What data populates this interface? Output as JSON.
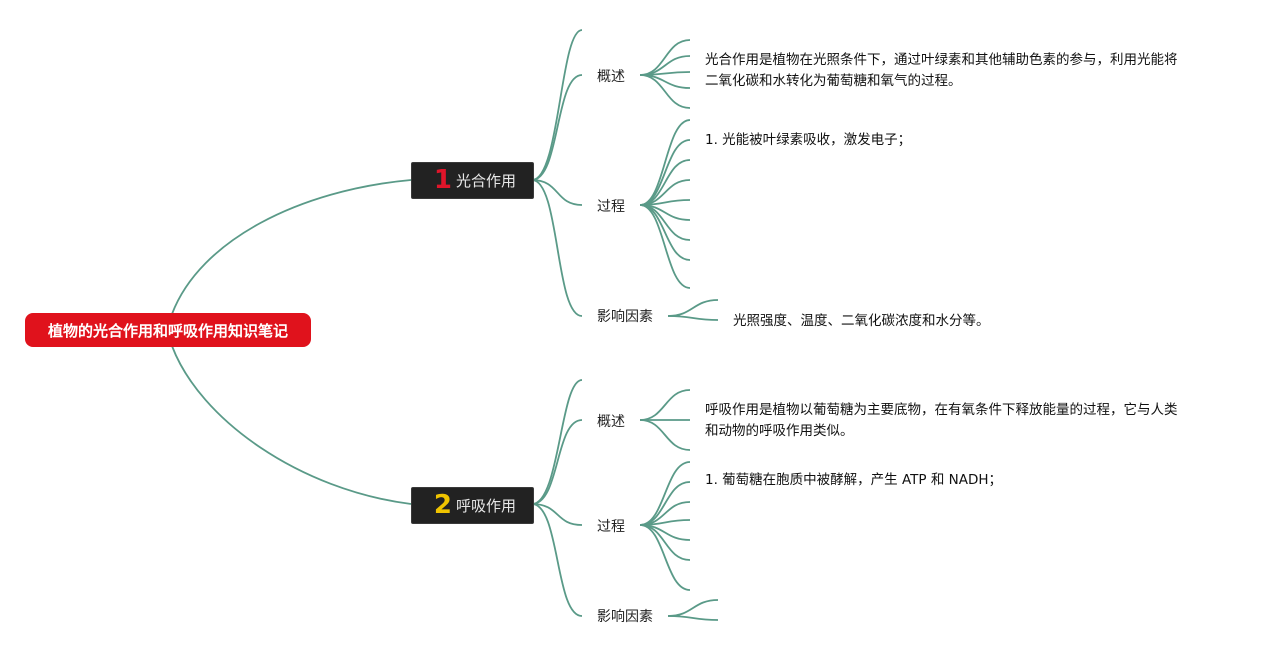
{
  "root": {
    "title": "植物的光合作用和呼吸作用知识笔记"
  },
  "branches": [
    {
      "number": "1",
      "title": "光合作用",
      "topics": {
        "overview_label": "概述",
        "overview_text_line1": "光合作用是植物在光照条件下，通过叶绿素和其他辅助色素的参与，利用光能将",
        "overview_text_line2": "二氧化碳和水转化为葡萄糖和氧气的过程。",
        "process_label": "过程",
        "process_step1": "1. 光能被叶绿素吸收，激发电子；",
        "factors_label": "影响因素",
        "factors_text": "光照强度、温度、二氧化碳浓度和水分等。"
      }
    },
    {
      "number": "2",
      "title": "呼吸作用",
      "topics": {
        "overview_label": "概述",
        "overview_text_line1": "呼吸作用是植物以葡萄糖为主要底物，在有氧条件下释放能量的过程，它与人类",
        "overview_text_line2": "和动物的呼吸作用类似。",
        "process_label": "过程",
        "process_step1": "1. 葡萄糖在胞质中被酵解，产生 ATP 和 NADH；",
        "factors_label": "影响因素"
      }
    }
  ],
  "colors": {
    "edge": "#5a9a88",
    "root_fill": "#e0121c",
    "branch_fill": "#222222",
    "number1": "#e0152a",
    "number2": "#f0c400"
  }
}
